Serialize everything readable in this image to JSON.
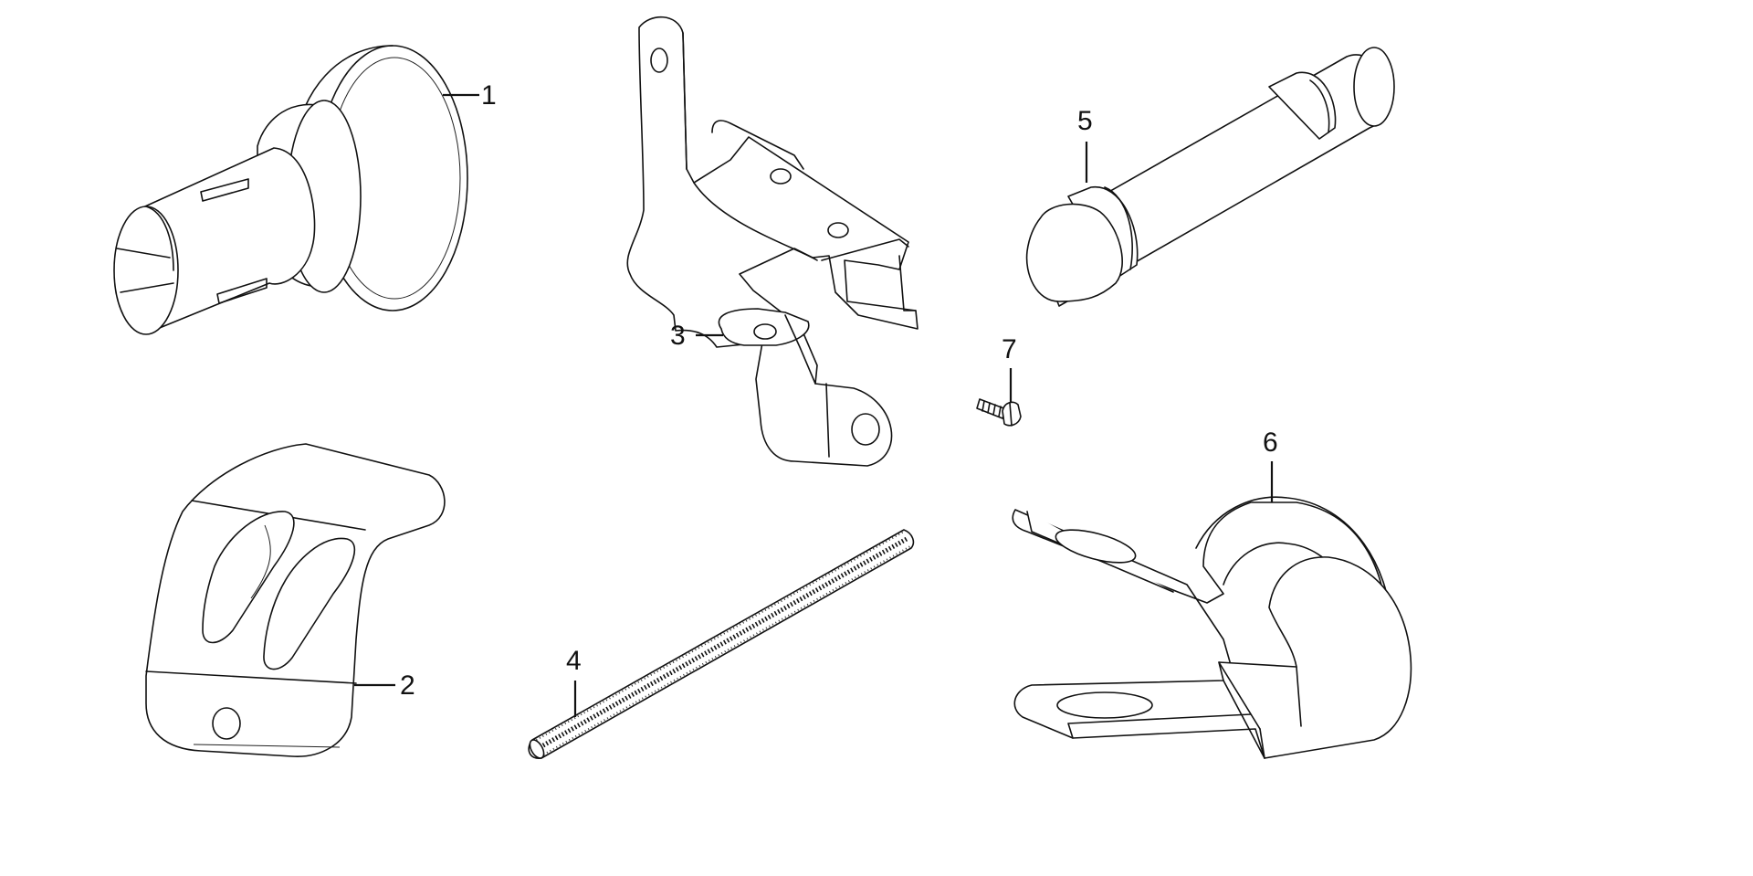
{
  "diagram": {
    "callouts": [
      {
        "id": "1",
        "label": "1",
        "part": "plug"
      },
      {
        "id": "2",
        "label": "2",
        "part": "bent-plate"
      },
      {
        "id": "3",
        "label": "3",
        "part": "bracket"
      },
      {
        "id": "4",
        "label": "4",
        "part": "threaded-rod"
      },
      {
        "id": "5",
        "label": "5",
        "part": "cylinder-pin"
      },
      {
        "id": "6",
        "label": "6",
        "part": "cable-clamp"
      },
      {
        "id": "7",
        "label": "7",
        "part": "bolt"
      }
    ],
    "colors": {
      "line": "#111111",
      "background": "#ffffff"
    }
  }
}
